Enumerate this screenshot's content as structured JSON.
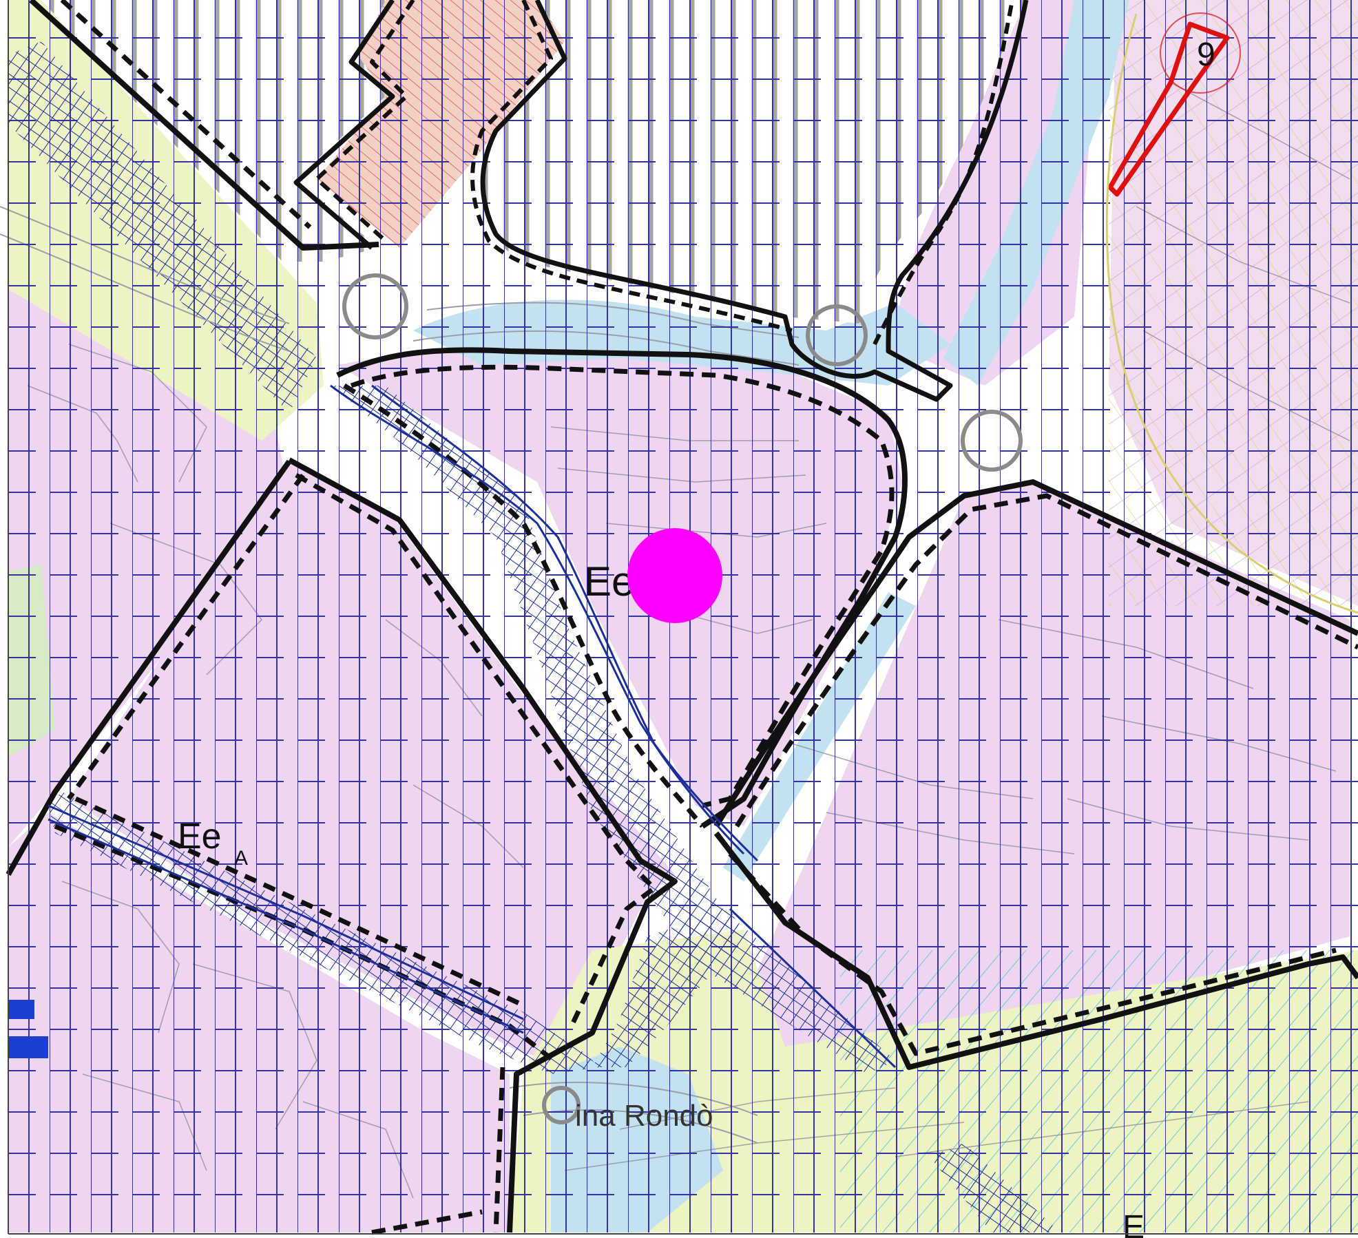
{
  "map": {
    "colors": {
      "background": "#ffffff",
      "zone_pink": "#eed5f0",
      "zone_yellow": "#eef3c3",
      "zone_water": "#c2e2f0",
      "zone_salmon": "#f4cfc6",
      "grid_line": "#2a2a9c",
      "hatch_blue": "#1c2f9a",
      "boundary": "#111111",
      "marker": "#ff00ff",
      "red_feature": "#dd1111",
      "cyan_lines": "#55c6d8",
      "yellow_outline": "#d8d070"
    },
    "labels": {
      "zone_ee_center": "Ee",
      "zone_ee_sw": "Ee",
      "zone_ee_sw_sub": "A",
      "street_name": "ina Rondò",
      "red_feature_number": "9",
      "corner_label": "E"
    },
    "icons": {
      "marker": "location-marker-icon",
      "roundabout": "roundabout-icon"
    }
  }
}
